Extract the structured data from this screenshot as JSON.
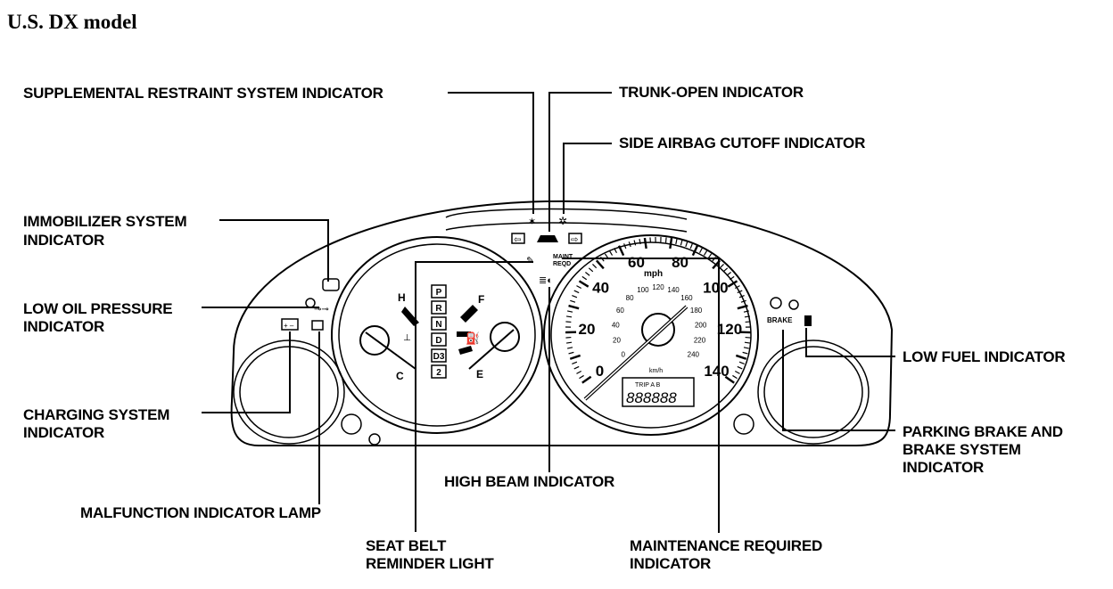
{
  "title": "U.S. DX model",
  "labels": {
    "srs": "SUPPLEMENTAL RESTRAINT SYSTEM INDICATOR",
    "trunk": "TRUNK-OPEN INDICATOR",
    "side_airbag": "SIDE AIRBAG CUTOFF INDICATOR",
    "immobilizer_1": "IMMOBILIZER SYSTEM",
    "immobilizer_2": "INDICATOR",
    "oil_1": "LOW OIL PRESSURE",
    "oil_2": "INDICATOR",
    "charging_1": "CHARGING SYSTEM",
    "charging_2": "INDICATOR",
    "mil": "MALFUNCTION INDICATOR LAMP",
    "seatbelt_1": "SEAT BELT",
    "seatbelt_2": "REMINDER LIGHT",
    "high_beam": "HIGH BEAM INDICATOR",
    "maint_1": "MAINTENANCE REQUIRED",
    "maint_2": "INDICATOR",
    "low_fuel": "LOW FUEL INDICATOR",
    "brake_1": "PARKING BRAKE AND",
    "brake_2": "BRAKE SYSTEM",
    "brake_3": "INDICATOR"
  },
  "cluster": {
    "temp_hot": "H",
    "temp_cold": "C",
    "fuel_full": "F",
    "fuel_empty": "E",
    "gears": [
      "P",
      "R",
      "N",
      "D",
      "D3",
      "2"
    ],
    "mph_labels": [
      "0",
      "20",
      "40",
      "60",
      "80",
      "100",
      "120",
      "140"
    ],
    "mph_unit": "mph",
    "kmh_labels": [
      "0",
      "20",
      "40",
      "60",
      "80",
      "100",
      "120",
      "140",
      "160",
      "180",
      "200",
      "220",
      "240"
    ],
    "kmh_unit": "km/h",
    "trip_label": "TRIP A B",
    "odometer": "888888",
    "brake_tag": "BRAKE",
    "maint_tag_1": "MAINT",
    "maint_tag_2": "REQD"
  }
}
